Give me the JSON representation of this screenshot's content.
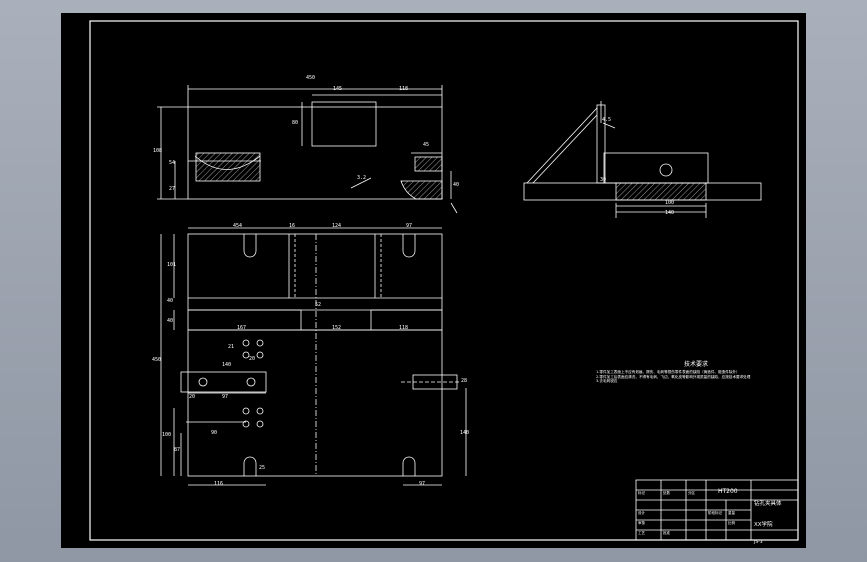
{
  "colors": {
    "background": "#000000",
    "lines": "#ffffff",
    "frame": "#ffffff",
    "page": "#9aa2ae"
  },
  "front_view": {
    "dims": [
      "450",
      "145",
      "118",
      "80",
      "108",
      "54",
      "27",
      "45",
      "40",
      "3.2"
    ]
  },
  "side_view": {
    "dims": [
      "4.5",
      "30",
      "100",
      "140"
    ]
  },
  "plan_view": {
    "dims_top": [
      "454",
      "16",
      "124",
      "97"
    ],
    "dims_left": [
      "101",
      "40",
      "40",
      "450",
      "100",
      "87"
    ],
    "dims_mid": [
      "52",
      "167",
      "152",
      "118",
      "21",
      "20",
      "140",
      "20",
      "97",
      "90",
      "25"
    ],
    "dims_bottom": [
      "116",
      "97",
      "140",
      "28"
    ]
  },
  "notes": {
    "title": "技术要求",
    "lines": [
      "1.零件加工表面上不应有划痕、擦伤、毛刺等损伤零件表面的缺陷（铸造件、锻造件除外）",
      "2.零件加工后表面应清洗，不得有毛刺、飞边、氧化皮等影响外观质量的缺陷，应按技术要求处理",
      "3.去毛刺锐边"
    ]
  },
  "title_block": {
    "material": "HT200",
    "part_name": "钻孔夹具体",
    "school": "XX学院",
    "labels": [
      "标记",
      "处数",
      "分区",
      "设计",
      "审核",
      "工艺",
      "批准",
      "阶段标记",
      "重量",
      "比例"
    ],
    "drawing_no": "JS-3"
  }
}
